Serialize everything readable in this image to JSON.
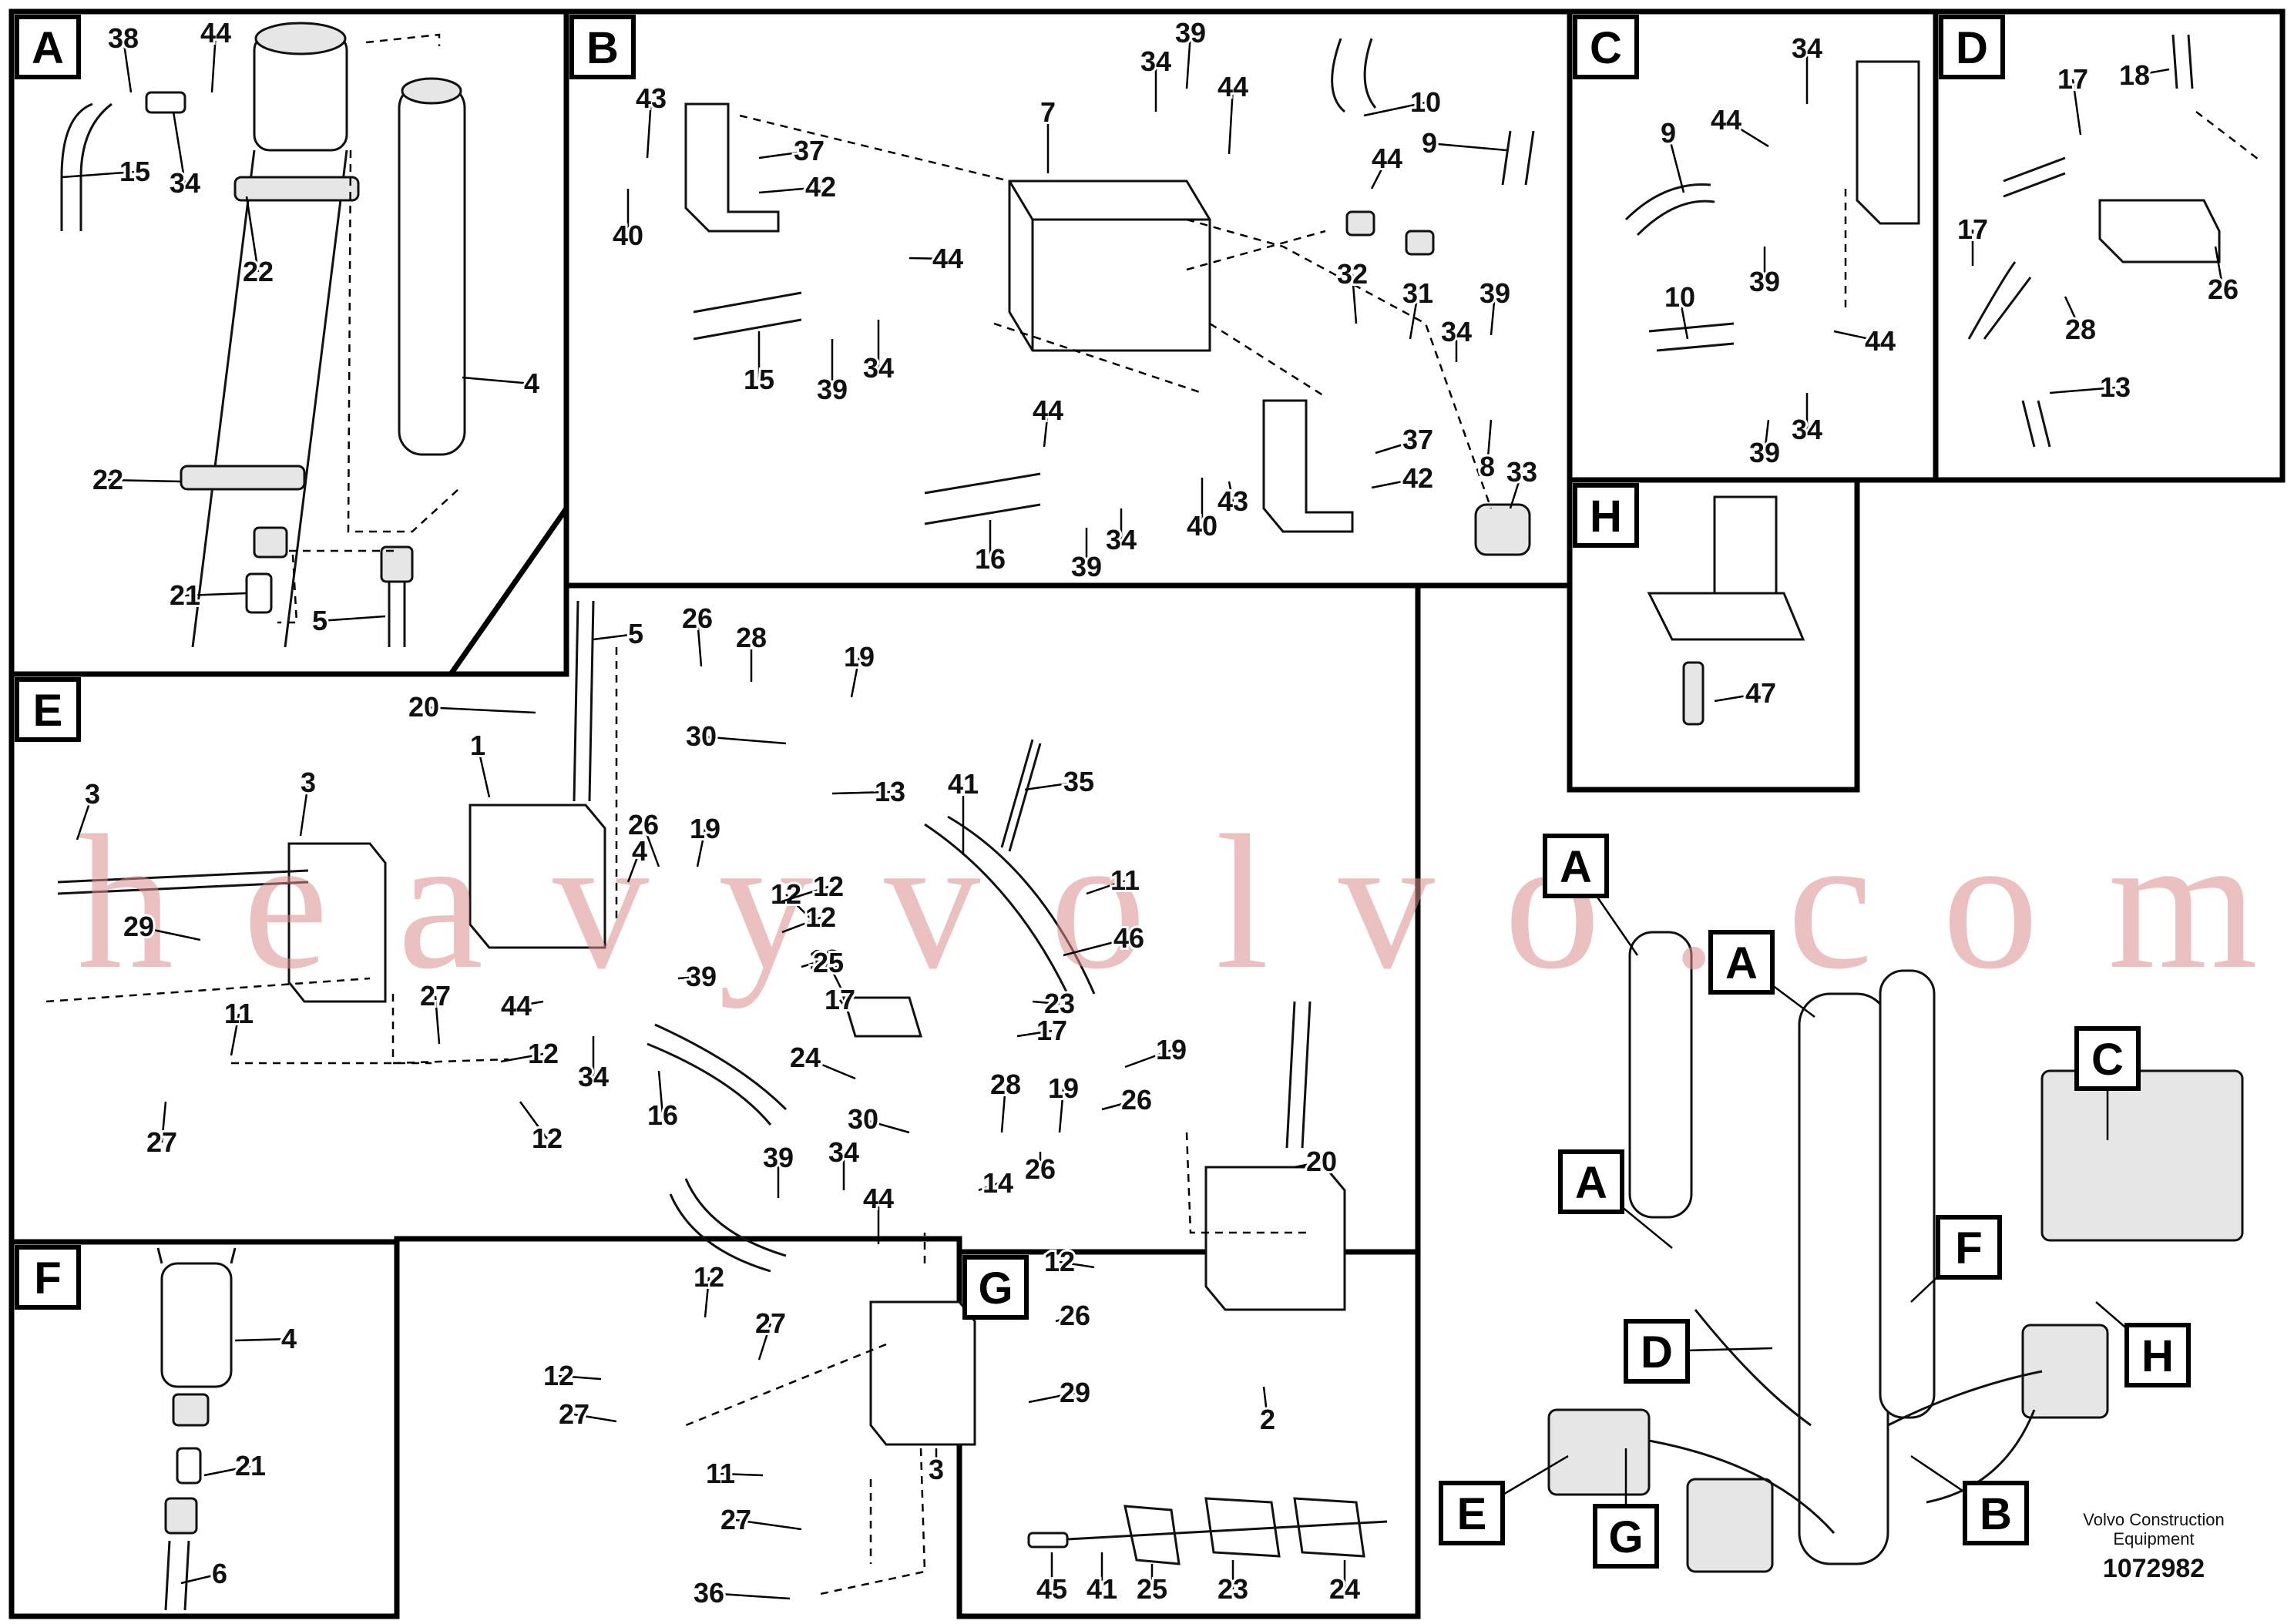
{
  "panels": {
    "A": "A",
    "B": "B",
    "C": "C",
    "D": "D",
    "E": "E",
    "F": "F",
    "G": "G",
    "H": "H"
  },
  "overview_callouts": [
    "A",
    "A",
    "A",
    "C",
    "F",
    "D",
    "H",
    "E",
    "G",
    "B"
  ],
  "labels": {
    "A": [
      "38",
      "44",
      "15",
      "34",
      "22",
      "22",
      "21",
      "5",
      "4"
    ],
    "B": [
      "39",
      "34",
      "44",
      "10",
      "43",
      "7",
      "37",
      "42",
      "40",
      "44",
      "9",
      "44",
      "15",
      "39",
      "34",
      "32",
      "31",
      "39",
      "34",
      "8",
      "44",
      "43",
      "37",
      "42",
      "40",
      "16",
      "39",
      "34",
      "33"
    ],
    "C": [
      "34",
      "9",
      "44",
      "39",
      "10",
      "44",
      "39",
      "34"
    ],
    "D": [
      "18",
      "17",
      "17",
      "28",
      "26",
      "13"
    ],
    "H": [
      "47"
    ],
    "E": [
      "5",
      "26",
      "28",
      "19",
      "20",
      "30",
      "13",
      "1",
      "3",
      "3",
      "35",
      "41",
      "26",
      "19",
      "4",
      "12",
      "12",
      "11",
      "12",
      "29",
      "11",
      "12",
      "39",
      "25",
      "46",
      "17",
      "23",
      "17",
      "44",
      "34",
      "27",
      "12",
      "16",
      "24",
      "19",
      "30",
      "28",
      "19",
      "26",
      "20",
      "27",
      "12",
      "14",
      "26",
      "39",
      "34",
      "44",
      "12",
      "26",
      "12",
      "27",
      "12",
      "27",
      "29",
      "3",
      "2",
      "11",
      "27",
      "36"
    ],
    "F": [
      "4",
      "21",
      "6"
    ],
    "G": [
      "45",
      "41",
      "25",
      "23",
      "24"
    ]
  },
  "footer": {
    "company": "Volvo Construction",
    "company2": "Equipment",
    "drawing_number": "1072982"
  },
  "watermark": "heavyvolvo.com"
}
